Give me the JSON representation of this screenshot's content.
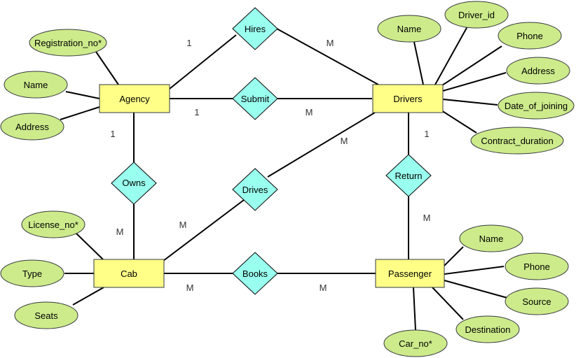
{
  "entities": {
    "agency": "Agency",
    "drivers": "Drivers",
    "cab": "Cab",
    "passenger": "Passenger"
  },
  "relationships": {
    "hires": "Hires",
    "submit": "Submit",
    "owns": "Owns",
    "drives": "Drives",
    "return": "Return",
    "books": "Books"
  },
  "attributes": {
    "agency_registration_no": "Registration_no*",
    "agency_name": "Name",
    "agency_address": "Address",
    "drivers_name": "Name",
    "drivers_driver_id": "Driver_id",
    "drivers_phone": "Phone",
    "drivers_address": "Address",
    "drivers_date_of_joining": "Date_of_joining",
    "drivers_contract_duration": "Contract_duration",
    "cab_license_no": "License_no*",
    "cab_type": "Type",
    "cab_seats": "Seats",
    "passenger_name": "Name",
    "passenger_phone": "Phone",
    "passenger_source": "Source",
    "passenger_destination": "Destination",
    "passenger_car_no": "Car_no*"
  },
  "cardinalities": {
    "hires_agency": "1",
    "hires_drivers": "M",
    "submit_agency": "1",
    "submit_drivers": "M",
    "owns_agency": "1",
    "owns_cab": "M",
    "drives_drivers": "M",
    "drives_cab": "M",
    "return_drivers": "1",
    "return_passenger": "M",
    "books_cab": "M",
    "books_passenger": "M"
  }
}
